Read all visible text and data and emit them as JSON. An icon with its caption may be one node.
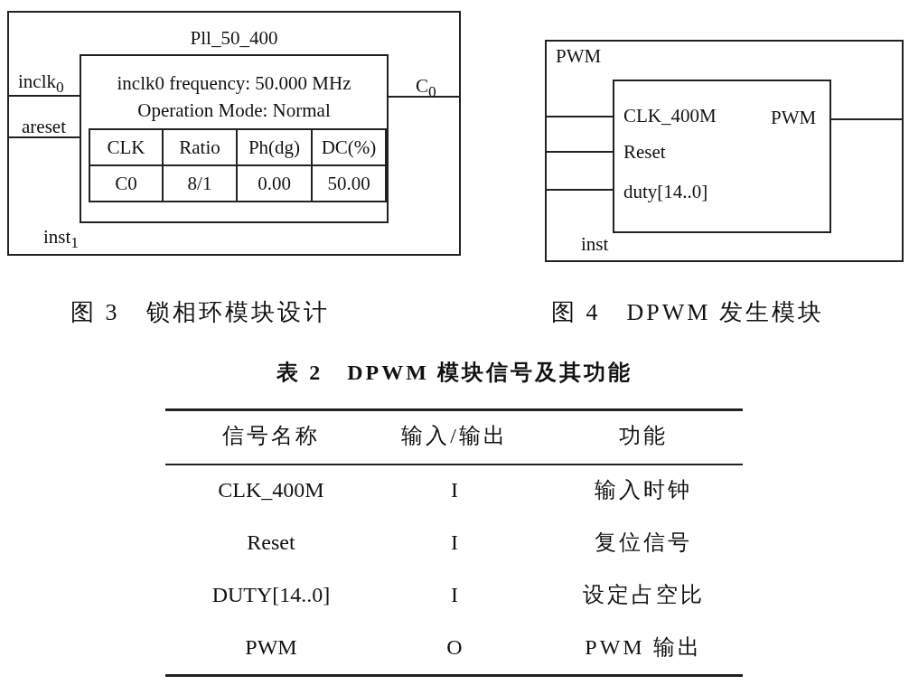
{
  "diagram": {
    "nodes": [
      {
        "text": [
          "Pll_50_400",
          "inst$_{1}$"
        ]
      },
      {
        "text": [
          "inclk0 frequency: 50.000 MHz",
          "Operation Mode: Normal"
        ],
        "in": 0
      },
      {
        "text": [
          "PWM",
          "inst"
        ]
      },
      {
        "text": [
          "CLK_400M",
          "Reset",
          "duty[14..0]",
          "PWM"
        ],
        "in": 2
      }
    ],
    "edges": [
      {
        "from": null,
        "to": 1,
        "arrow": "none",
        "label": "inclk$_{0}$"
      },
      {
        "from": null,
        "to": 1,
        "arrow": "none",
        "label": "areset"
      },
      {
        "from": 1,
        "to": null,
        "arrow": "none",
        "label": "C$_{0}$"
      },
      {
        "from": null,
        "to": 3,
        "arrow": "none"
      },
      {
        "from": null,
        "to": 3,
        "arrow": "none"
      },
      {
        "from": null,
        "to": 3,
        "arrow": "none"
      },
      {
        "from": 3,
        "to": null,
        "arrow": "none"
      }
    ],
    "labels": [
      "CLK",
      "Ratio",
      "Ph(dg)",
      "DC(%)",
      "C0",
      "8/1",
      "0.00",
      "50.00",
      "图 3　锁相环模块设计",
      "图 4　DPWM 发生模块",
      "表 2　DPWM 模块信号及其功能",
      "信号名称",
      "输入/输出",
      "功能",
      "CLK_400M",
      "I",
      "输入时钟",
      "Reset",
      "I",
      "复位信号",
      "DUTY[14..0]",
      "I",
      "设定占空比",
      "PWM",
      "O",
      "PWM 输出"
    ]
  }
}
